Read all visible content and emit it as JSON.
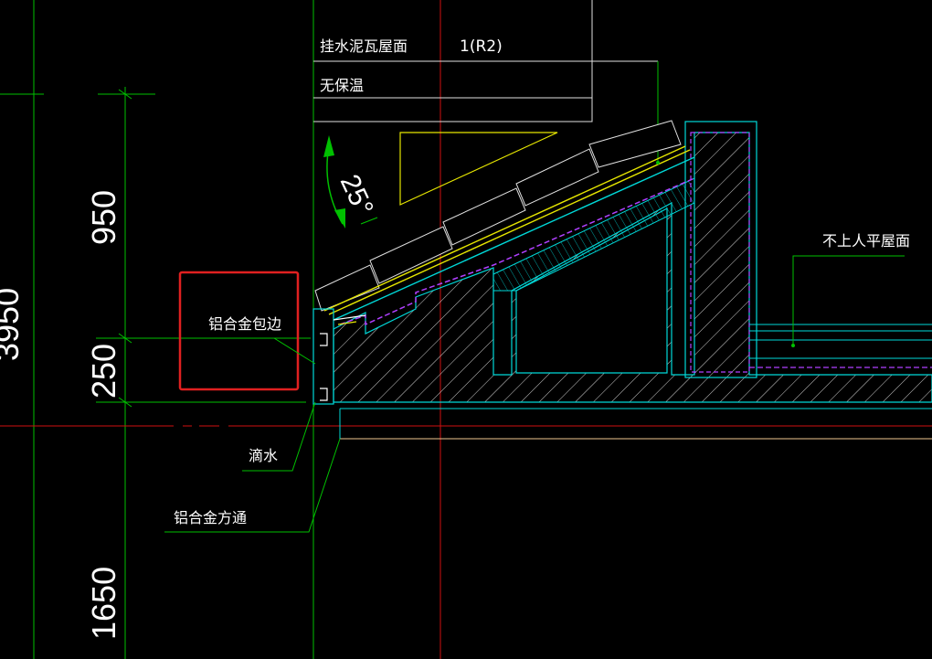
{
  "title_block": {
    "line1": "挂水泥瓦屋面",
    "code": "1(R2)",
    "line2": "无保温"
  },
  "angle_label": "25°",
  "dimensions": {
    "total": "3950",
    "d950": "950",
    "d250": "250",
    "d1650": "1650"
  },
  "labels": {
    "flat_roof": "不上人平屋面",
    "al_trim": "铝合金包边",
    "drip": "滴水",
    "al_tube": "铝合金方通"
  },
  "colors": {
    "background": "#000000",
    "grid_green": "#00c000",
    "axis_red": "#d01010",
    "cyan": "#00d8d8",
    "white": "#ffffff",
    "yellow": "#e6e600",
    "magenta": "#b040ff",
    "highlight_box": "#e02020"
  }
}
